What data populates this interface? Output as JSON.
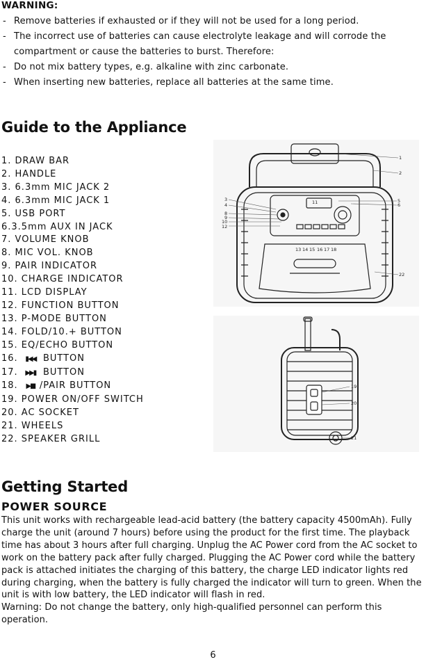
{
  "warning": {
    "title": "WARNING:",
    "items": [
      "Remove batteries if exhausted or if they will not be used for a long period.",
      "The incorrect use of batteries can cause electrolyte leakage and will corrode the compartment or cause the batteries to burst. Therefore:",
      "Do not mix battery types, e.g. alkaline with zinc carbonate.",
      "When inserting new batteries, replace all batteries at the same time."
    ]
  },
  "guide": {
    "title": "Guide to the Appliance",
    "parts": [
      "1. DRAW BAR",
      "2. HANDLE",
      "3. 6.3mm MIC JACK 2",
      "4. 6.3mm MIC JACK 1",
      "5. USB PORT",
      "6.3.5mm AUX IN JACK",
      "7. VOLUME KNOB",
      "8. MIC VOL. KNOB",
      "9. PAIR INDICATOR",
      "10. CHARGE INDICATOR",
      "11. LCD DISPLAY",
      "12. FUNCTION BUTTON",
      "13. P-MODE BUTTON",
      "14. FOLD/10.+ BUTTON",
      "15. EQ/ECHO BUTTON",
      "16.",
      "BUTTON",
      "17.",
      "BUTTON",
      "18.",
      "/PAIR BUTTON",
      "19. POWER ON/OFF SWITCH",
      "20. AC SOCKET",
      "21. WHEELS",
      "22. SPEAKER GRILL"
    ],
    "icons": {
      "p16": "previous-track-icon",
      "p17": "next-track-icon",
      "p18": "play-pause-icon"
    },
    "figure_top_callouts": [
      "1",
      "2",
      "3",
      "4",
      "5",
      "6",
      "8",
      "9",
      "10",
      "11",
      "12",
      "13",
      "14",
      "15",
      "16",
      "17",
      "18",
      "22"
    ],
    "figure_side_callouts": [
      "19",
      "20",
      "21"
    ]
  },
  "getting_started": {
    "title": "Getting Started",
    "power_title": "POWER SOURCE",
    "paragraph": "This unit works with rechargeable lead-acid battery (the battery capacity 4500mAh). Fully charge the unit (around 7 hours) before using the product for the first time. The playback time has about 3 hours after full charging. Unplug the AC Power cord from the AC socket to work on the battery pack after fully charged. Plugging the AC Power cord while the battery pack is attached initiates the charging of this battery, the charge LED indicator lights red during charging, when the battery is fully charged the indicator will turn to green. When the unit is with low battery, the LED indicator will flash in red.",
    "warning_text": "Warning: Do not change the battery, only high-qualified personnel can perform this operation."
  },
  "page_number": "6"
}
